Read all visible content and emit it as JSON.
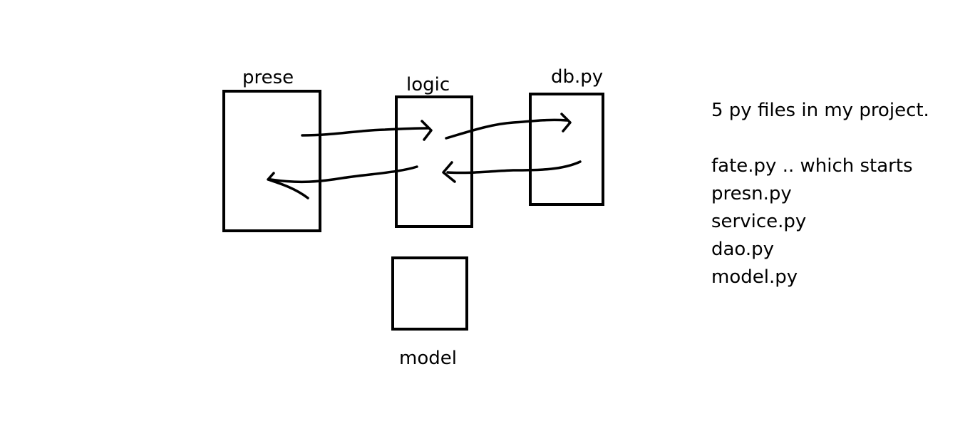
{
  "diagram": {
    "boxes": {
      "prese": {
        "label": "prese"
      },
      "logic": {
        "label": "logic"
      },
      "db": {
        "label": "db.py"
      },
      "model": {
        "label": "model"
      }
    },
    "stroke_color": "#000000",
    "background_color": "#ffffff"
  },
  "notes": {
    "heading": "5 py files in my project.",
    "files": [
      "fate.py .. which starts",
      "presn.py",
      "service.py",
      "dao.py",
      "model.py"
    ]
  }
}
